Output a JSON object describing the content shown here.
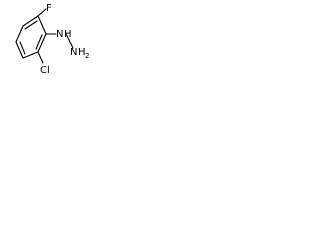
{
  "molecule": {
    "atoms": {
      "fluorine": "F",
      "chlorine": "Cl",
      "hydrazine_n1": "N",
      "hydrazine_h1": "H",
      "hydrazine_n2": "N",
      "hydrazine_h2": "H",
      "hydrazine_h2_subscript": "2"
    },
    "ring": {
      "type": "benzene",
      "aromatic_double_bonds": 3
    },
    "colors": {
      "bond": "#000000",
      "label": "#000000",
      "background": "#ffffff"
    }
  }
}
